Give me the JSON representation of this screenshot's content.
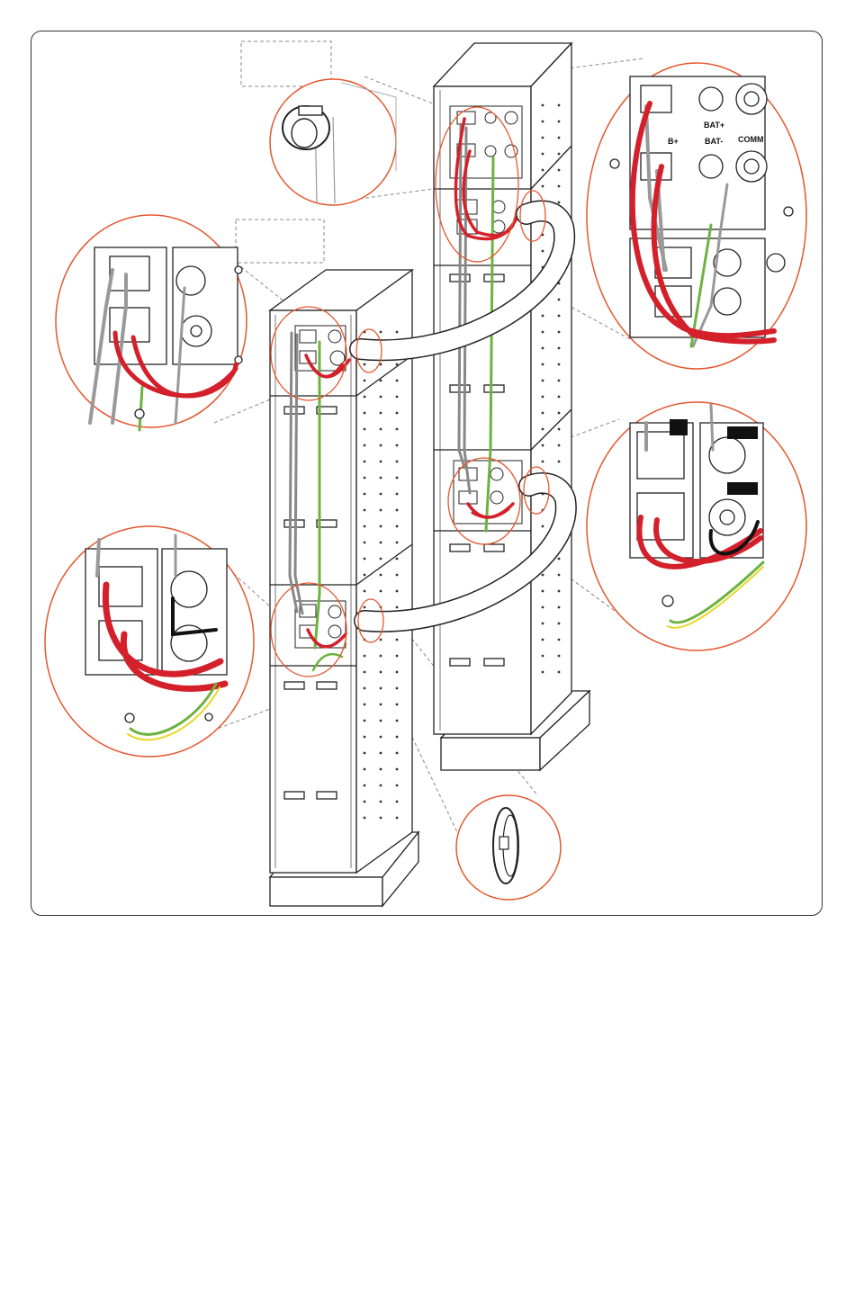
{
  "colors": {
    "callout_circle": "#e4572e",
    "positive_cable": "#d4202a",
    "negative_cable": "#111111",
    "ground_wire_green": "#6cb33f",
    "ground_wire_yellow": "#e8d62a",
    "line": "#222222",
    "leader_line": "#888888"
  },
  "labels": {
    "bat_plus": "BAT+",
    "b_plus": "B+",
    "bat_minus": "BAT-",
    "comm": "COMM"
  }
}
